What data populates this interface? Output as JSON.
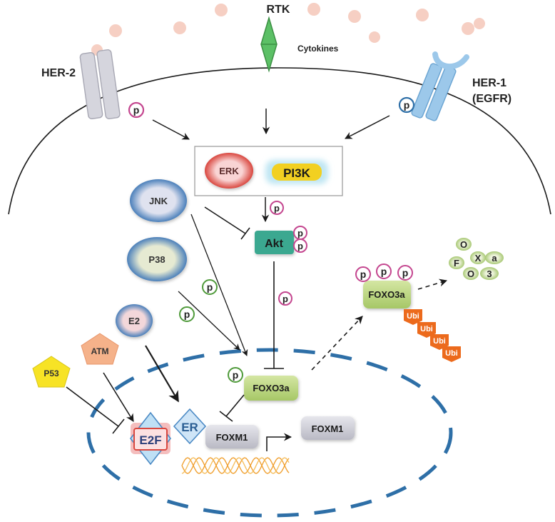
{
  "receptors": {
    "rtk": "RTK",
    "cytokines": "Cytokines",
    "her2": "HER-2",
    "her1_line1": "HER-1",
    "her1_line2": "(EGFR)"
  },
  "phospho": {
    "p": "p"
  },
  "kinases": {
    "erk": "ERK",
    "pi3k": "PI3K",
    "akt": "Akt",
    "jnk": "JNK",
    "p38": "P38",
    "e2": "E2",
    "atm": "ATM",
    "p53": "P53"
  },
  "nucleus": {
    "e2f": "E2F",
    "er": "ER",
    "foxm1_bound": "FOXM1",
    "foxm1_product": "FOXM1",
    "foxo3a_nuclear": "FOXO3a"
  },
  "cytoplasm": {
    "foxo3a_exported": "FOXO3a",
    "ubi": "Ubi",
    "fragments": [
      "O",
      "X",
      "a",
      "F",
      "O",
      "3"
    ]
  },
  "colors": {
    "membrane": "#1a1a1a",
    "nuclear_envelope": "#2e6fa7",
    "rtk_green": "#4caf50",
    "her2_gray": "#d5d5dd",
    "her1_blue": "#9cc8ea",
    "phospho_pink": "#c4468f",
    "phospho_green": "#4f9a3a",
    "akt_teal": "#3aa890",
    "foxo3a_green": "#b9d37e",
    "ubi_orange": "#ec6a1c",
    "dna_orange": "#f0a030"
  }
}
